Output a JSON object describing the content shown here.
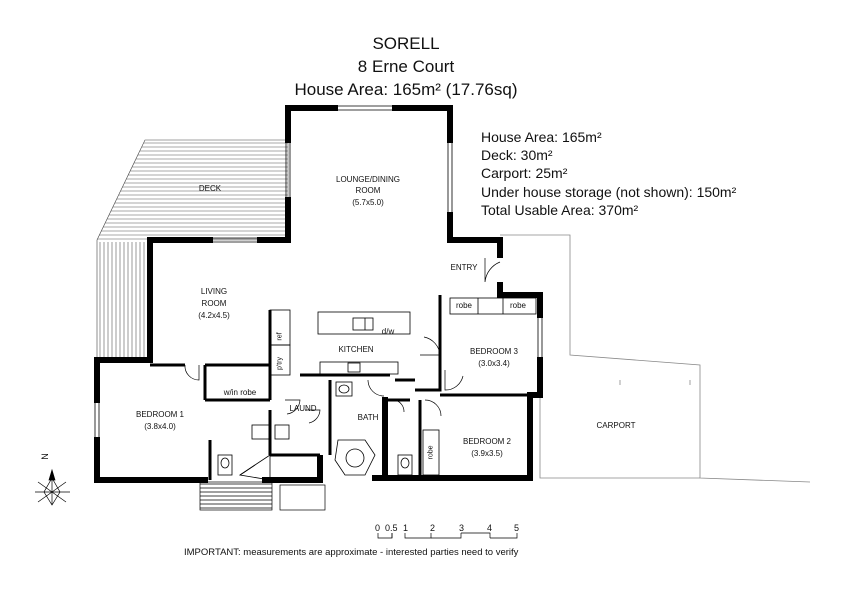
{
  "header": {
    "suburb": "SORELL",
    "address": "8 Erne Court",
    "house_area": "House Area:  165m² (17.76sq)"
  },
  "stats": [
    "House Area: 165m²",
    "Deck: 30m²",
    "Carport: 25m²",
    "Under house storage (not shown):  150m²",
    "Total Usable Area:  370m²"
  ],
  "rooms": {
    "deck": "DECK",
    "lounge": [
      "LOUNGE/DINING",
      "ROOM",
      "(5.7x5.0)"
    ],
    "entry": "ENTRY",
    "living": [
      "LIVING",
      "ROOM",
      "(4.2x4.5)"
    ],
    "dw": "d/w",
    "ref": "ref",
    "ptry": "p'try",
    "kitchen": "KITCHEN",
    "robe_left": "robe",
    "robe_right": "robe",
    "bedroom3": [
      "BEDROOM 3",
      "(3.0x3.4)"
    ],
    "win_robe": "w/in robe",
    "laund": "LAUND",
    "bath": "BATH",
    "bedroom1": [
      "BEDROOM 1",
      "(3.8x4.0)"
    ],
    "robe_bed2": "robe",
    "bedroom2": [
      "BEDROOM 2",
      "(3.9x3.5)"
    ],
    "carport": "CARPORT"
  },
  "compass": {
    "label": "N"
  },
  "scale": [
    "0",
    "0.5",
    "1",
    "2",
    "3",
    "4",
    "5"
  ],
  "footer": "IMPORTANT: measurements are approximate - interested parties need to verify"
}
